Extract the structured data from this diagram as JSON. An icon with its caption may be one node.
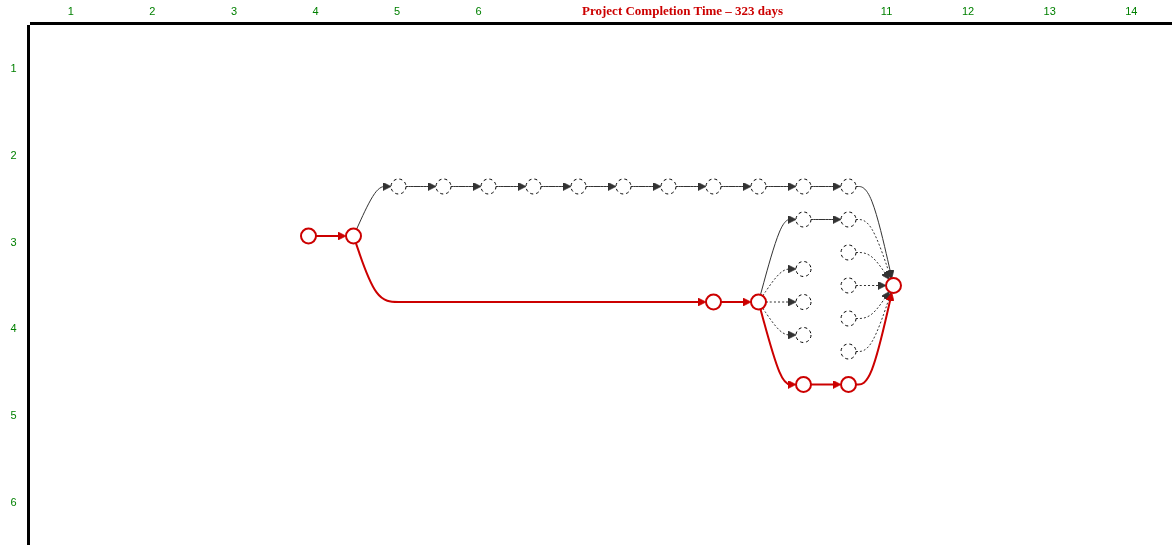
{
  "diagram": {
    "title": "Project Completion Time – 323 days",
    "nodes": [
      {
        "text": [],
        "shape": "circle"
      },
      {
        "text": [],
        "shape": "circle"
      },
      {
        "text": [],
        "shape": "circle"
      },
      {
        "text": [],
        "shape": "circle"
      },
      {
        "text": [],
        "shape": "circle"
      },
      {
        "text": [],
        "shape": "circle"
      },
      {
        "text": [],
        "shape": "circle"
      },
      {
        "text": [],
        "shape": "circle"
      },
      {
        "text": [],
        "shape": "circle"
      },
      {
        "text": [],
        "shape": "circle"
      },
      {
        "text": [],
        "shape": "circle"
      },
      {
        "text": [],
        "shape": "circle"
      },
      {
        "text": [],
        "shape": "circle"
      },
      {
        "text": [],
        "shape": "circle"
      },
      {
        "text": [],
        "shape": "circle"
      },
      {
        "text": [],
        "shape": "circle"
      },
      {
        "text": [],
        "shape": "circle"
      },
      {
        "text": [],
        "shape": "circle"
      },
      {
        "text": [],
        "shape": "circle"
      },
      {
        "text": [],
        "shape": "circle"
      },
      {
        "text": [],
        "shape": "circle"
      },
      {
        "text": [],
        "shape": "circle"
      },
      {
        "text": [],
        "shape": "circle"
      },
      {
        "text": [],
        "shape": "circle"
      },
      {
        "text": [],
        "shape": "circle"
      },
      {
        "text": [],
        "shape": "circle"
      },
      {
        "text": [],
        "shape": "circle"
      }
    ],
    "edges": [
      {
        "from": 0,
        "to": 1,
        "arrow": "to",
        "color": "#cc0000"
      },
      {
        "from": 1,
        "to": 2,
        "arrow": "to"
      },
      {
        "from": 2,
        "to": 3,
        "arrow": "to"
      },
      {
        "from": 3,
        "to": 4,
        "arrow": "to"
      },
      {
        "from": 4,
        "to": 5,
        "arrow": "to"
      },
      {
        "from": 5,
        "to": 6,
        "arrow": "to"
      },
      {
        "from": 6,
        "to": 7,
        "arrow": "to"
      },
      {
        "from": 7,
        "to": 8,
        "arrow": "to"
      },
      {
        "from": 8,
        "to": 9,
        "arrow": "to"
      },
      {
        "from": 9,
        "to": 10,
        "arrow": "to"
      },
      {
        "from": 10,
        "to": 11,
        "arrow": "to"
      },
      {
        "from": 11,
        "to": 12,
        "arrow": "to"
      },
      {
        "from": 12,
        "to": 13,
        "arrow": "to"
      },
      {
        "from": 1,
        "to": 14,
        "arrow": "to",
        "color": "#cc0000"
      },
      {
        "from": 14,
        "to": 15,
        "arrow": "to",
        "color": "#cc0000"
      },
      {
        "from": 15,
        "to": 16,
        "arrow": "to"
      },
      {
        "from": 16,
        "to": 17,
        "arrow": "to"
      },
      {
        "from": 17,
        "to": 13,
        "arrow": "to",
        "style": "dashed"
      },
      {
        "from": 18,
        "to": 13,
        "arrow": "to",
        "style": "dashed"
      },
      {
        "from": 15,
        "to": 19,
        "arrow": "to",
        "style": "dashed"
      },
      {
        "from": 15,
        "to": 21,
        "arrow": "to",
        "style": "dashed"
      },
      {
        "from": 15,
        "to": 23,
        "arrow": "to",
        "style": "dashed"
      },
      {
        "from": 15,
        "to": 25,
        "arrow": "to",
        "color": "#cc0000"
      },
      {
        "from": 20,
        "to": 13,
        "arrow": "to",
        "style": "dashed"
      },
      {
        "from": 22,
        "to": 13,
        "arrow": "to",
        "style": "dashed"
      },
      {
        "from": 24,
        "to": 13,
        "arrow": "to",
        "style": "dashed"
      },
      {
        "from": 25,
        "to": 26,
        "arrow": "to",
        "color": "#cc0000"
      },
      {
        "from": 26,
        "to": 13,
        "arrow": "to",
        "color": "#cc0000"
      }
    ],
    "labels": [
      "1",
      "2",
      "3",
      "4",
      "5",
      "6",
      "11",
      "12",
      "13",
      "14",
      "1",
      "2",
      "3",
      "4",
      "5",
      "6"
    ]
  }
}
